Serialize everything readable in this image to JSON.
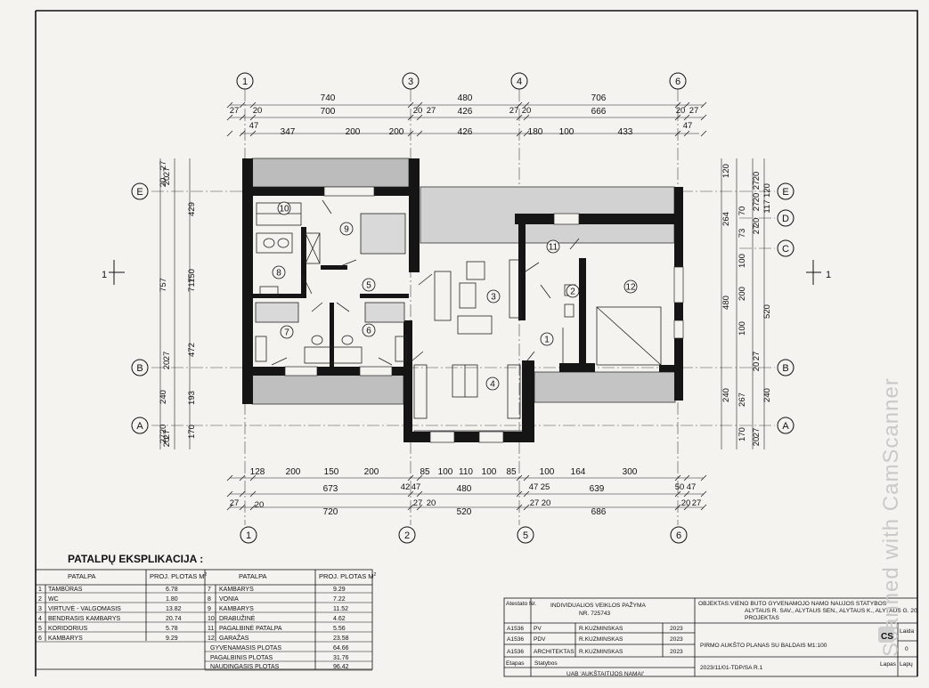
{
  "plan": {
    "dims_top": {
      "row1": [
        "740",
        "480",
        "706"
      ],
      "row2_small": [
        "27",
        "20",
        "20",
        "27",
        "27",
        "20",
        "20",
        "27"
      ],
      "row2": [
        "700",
        "426",
        "666"
      ],
      "row3_small": [
        "47",
        "47"
      ],
      "row3": [
        "347",
        "200",
        "200",
        "426",
        "180",
        "100",
        "433"
      ]
    },
    "dims_bottom": {
      "row1": [
        "128",
        "200",
        "150",
        "200",
        "85",
        "100",
        "110",
        "100",
        "85",
        "100",
        "164",
        "300"
      ],
      "row2": [
        "673",
        "42",
        "47",
        "480",
        "47",
        "25",
        "639",
        "50",
        "47"
      ],
      "row2_left": "27",
      "row3": [
        "20",
        "720",
        "27",
        "20",
        "520",
        "27",
        "20",
        "686",
        "20",
        "27"
      ]
    },
    "dims_left": {
      "outer": [
        "27",
        "20",
        "757",
        "240",
        "27",
        "20"
      ],
      "mid": [
        "429",
        "717",
        "150",
        "472",
        "193",
        "170"
      ],
      "inner": [
        "20",
        "27",
        "20",
        "27",
        "27",
        "20"
      ]
    },
    "dims_right": {
      "outer": [
        "120",
        "264",
        "480",
        "240"
      ],
      "mid": [
        "70",
        "73",
        "100",
        "200",
        "100",
        "267",
        "170"
      ],
      "inner": [
        "20",
        "27",
        "20",
        "27",
        "20",
        "27",
        "117",
        "120",
        "27",
        "20",
        "240",
        "27",
        "20"
      ],
      "inner_b": [
        "520"
      ]
    },
    "axes_top": [
      "1",
      "3",
      "4",
      "6"
    ],
    "axes_bottom": [
      "1",
      "2",
      "5",
      "6"
    ],
    "axes_left": [
      "E",
      "B",
      "A"
    ],
    "axes_right": [
      "E",
      "D",
      "C",
      "B",
      "A"
    ],
    "section_marks": [
      "1",
      "1"
    ],
    "rooms": [
      "1",
      "2",
      "3",
      "4",
      "5",
      "6",
      "7",
      "8",
      "9",
      "10",
      "11",
      "12"
    ]
  },
  "explication": {
    "title": "PATALPŲ EKSPLIKACIJA :",
    "head_room": "PATALPA",
    "head_area": "PROJ. PLOTAS M",
    "head_sup": "2",
    "left_rows": [
      {
        "no": "1",
        "name": "TAMBŪRAS",
        "area": "6.78"
      },
      {
        "no": "2",
        "name": "WC",
        "area": "1.80"
      },
      {
        "no": "3",
        "name": "VIRTUVĖ - VALGOMASIS",
        "area": "13.82"
      },
      {
        "no": "4",
        "name": "BENDRASIS KAMBARYS",
        "area": "20.74"
      },
      {
        "no": "5",
        "name": "KORIDORIUS",
        "area": "5.78"
      },
      {
        "no": "6",
        "name": "KAMBARYS",
        "area": "9.29"
      }
    ],
    "right_rows": [
      {
        "no": "7",
        "name": "KAMBARYS",
        "area": "9.29"
      },
      {
        "no": "8",
        "name": "VONIA",
        "area": "7.22"
      },
      {
        "no": "9",
        "name": "KAMBARYS",
        "area": "11.52"
      },
      {
        "no": "10",
        "name": "DRABUŽINĖ",
        "area": "4.62"
      },
      {
        "no": "11",
        "name": "PAGALBINĖ PATALPA",
        "area": "5.56"
      },
      {
        "no": "12",
        "name": "GARAŽAS",
        "area": "23.58"
      }
    ],
    "totals": [
      {
        "name": "GYVENAMASIS PLOTAS",
        "area": "64.66"
      },
      {
        "name": "PAGALBINIS PLOTAS",
        "area": "31.76"
      },
      {
        "name": "NAUDINGASIS PLOTAS",
        "area": "96.42"
      }
    ]
  },
  "title_block": {
    "h_cert": "Atestato Nr.",
    "license": "INDIVIDUALIOS VEIKLOS PAŽYMA",
    "license_no": "NR. 725743",
    "rows": [
      {
        "cert": "A1536",
        "role": "PV",
        "name": "R.KUZMINSKAS",
        "year": "2023"
      },
      {
        "cert": "A1536",
        "role": "PDV",
        "name": "R.KUZMINSKAS",
        "year": "2023"
      },
      {
        "cert": "A1536",
        "role": "ARCHITEKTAS",
        "name": "R.KUZMINSKAS",
        "year": "2023"
      }
    ],
    "stage_label": "Etapas",
    "stage_value": "Statybos",
    "bottom_cut": "UAB 'AUKŠTAITIJOS NAMAI'",
    "object_label": "OBJEKTAS:",
    "object_line1": "VIENO BUTO GYVENAMOJO NAMO NAUJOS STATYBOS",
    "object_line2": "ALYTAUS R. SAV., ALYTAUS SEN., ALYTAUS K., ALYTAUS G. 20,",
    "object_line3": "PROJEKTAS",
    "drawing": "PIRMO AUKŠTO PLANAS SU BALDAIS M1:100",
    "code": "2023/11/01-TDP/SA R.1",
    "sheet_label": "Lapas",
    "sheets_label": "Lapų",
    "laida_label": "Laida",
    "laida_value": "0"
  },
  "watermark": "Scanned with CamScanner"
}
